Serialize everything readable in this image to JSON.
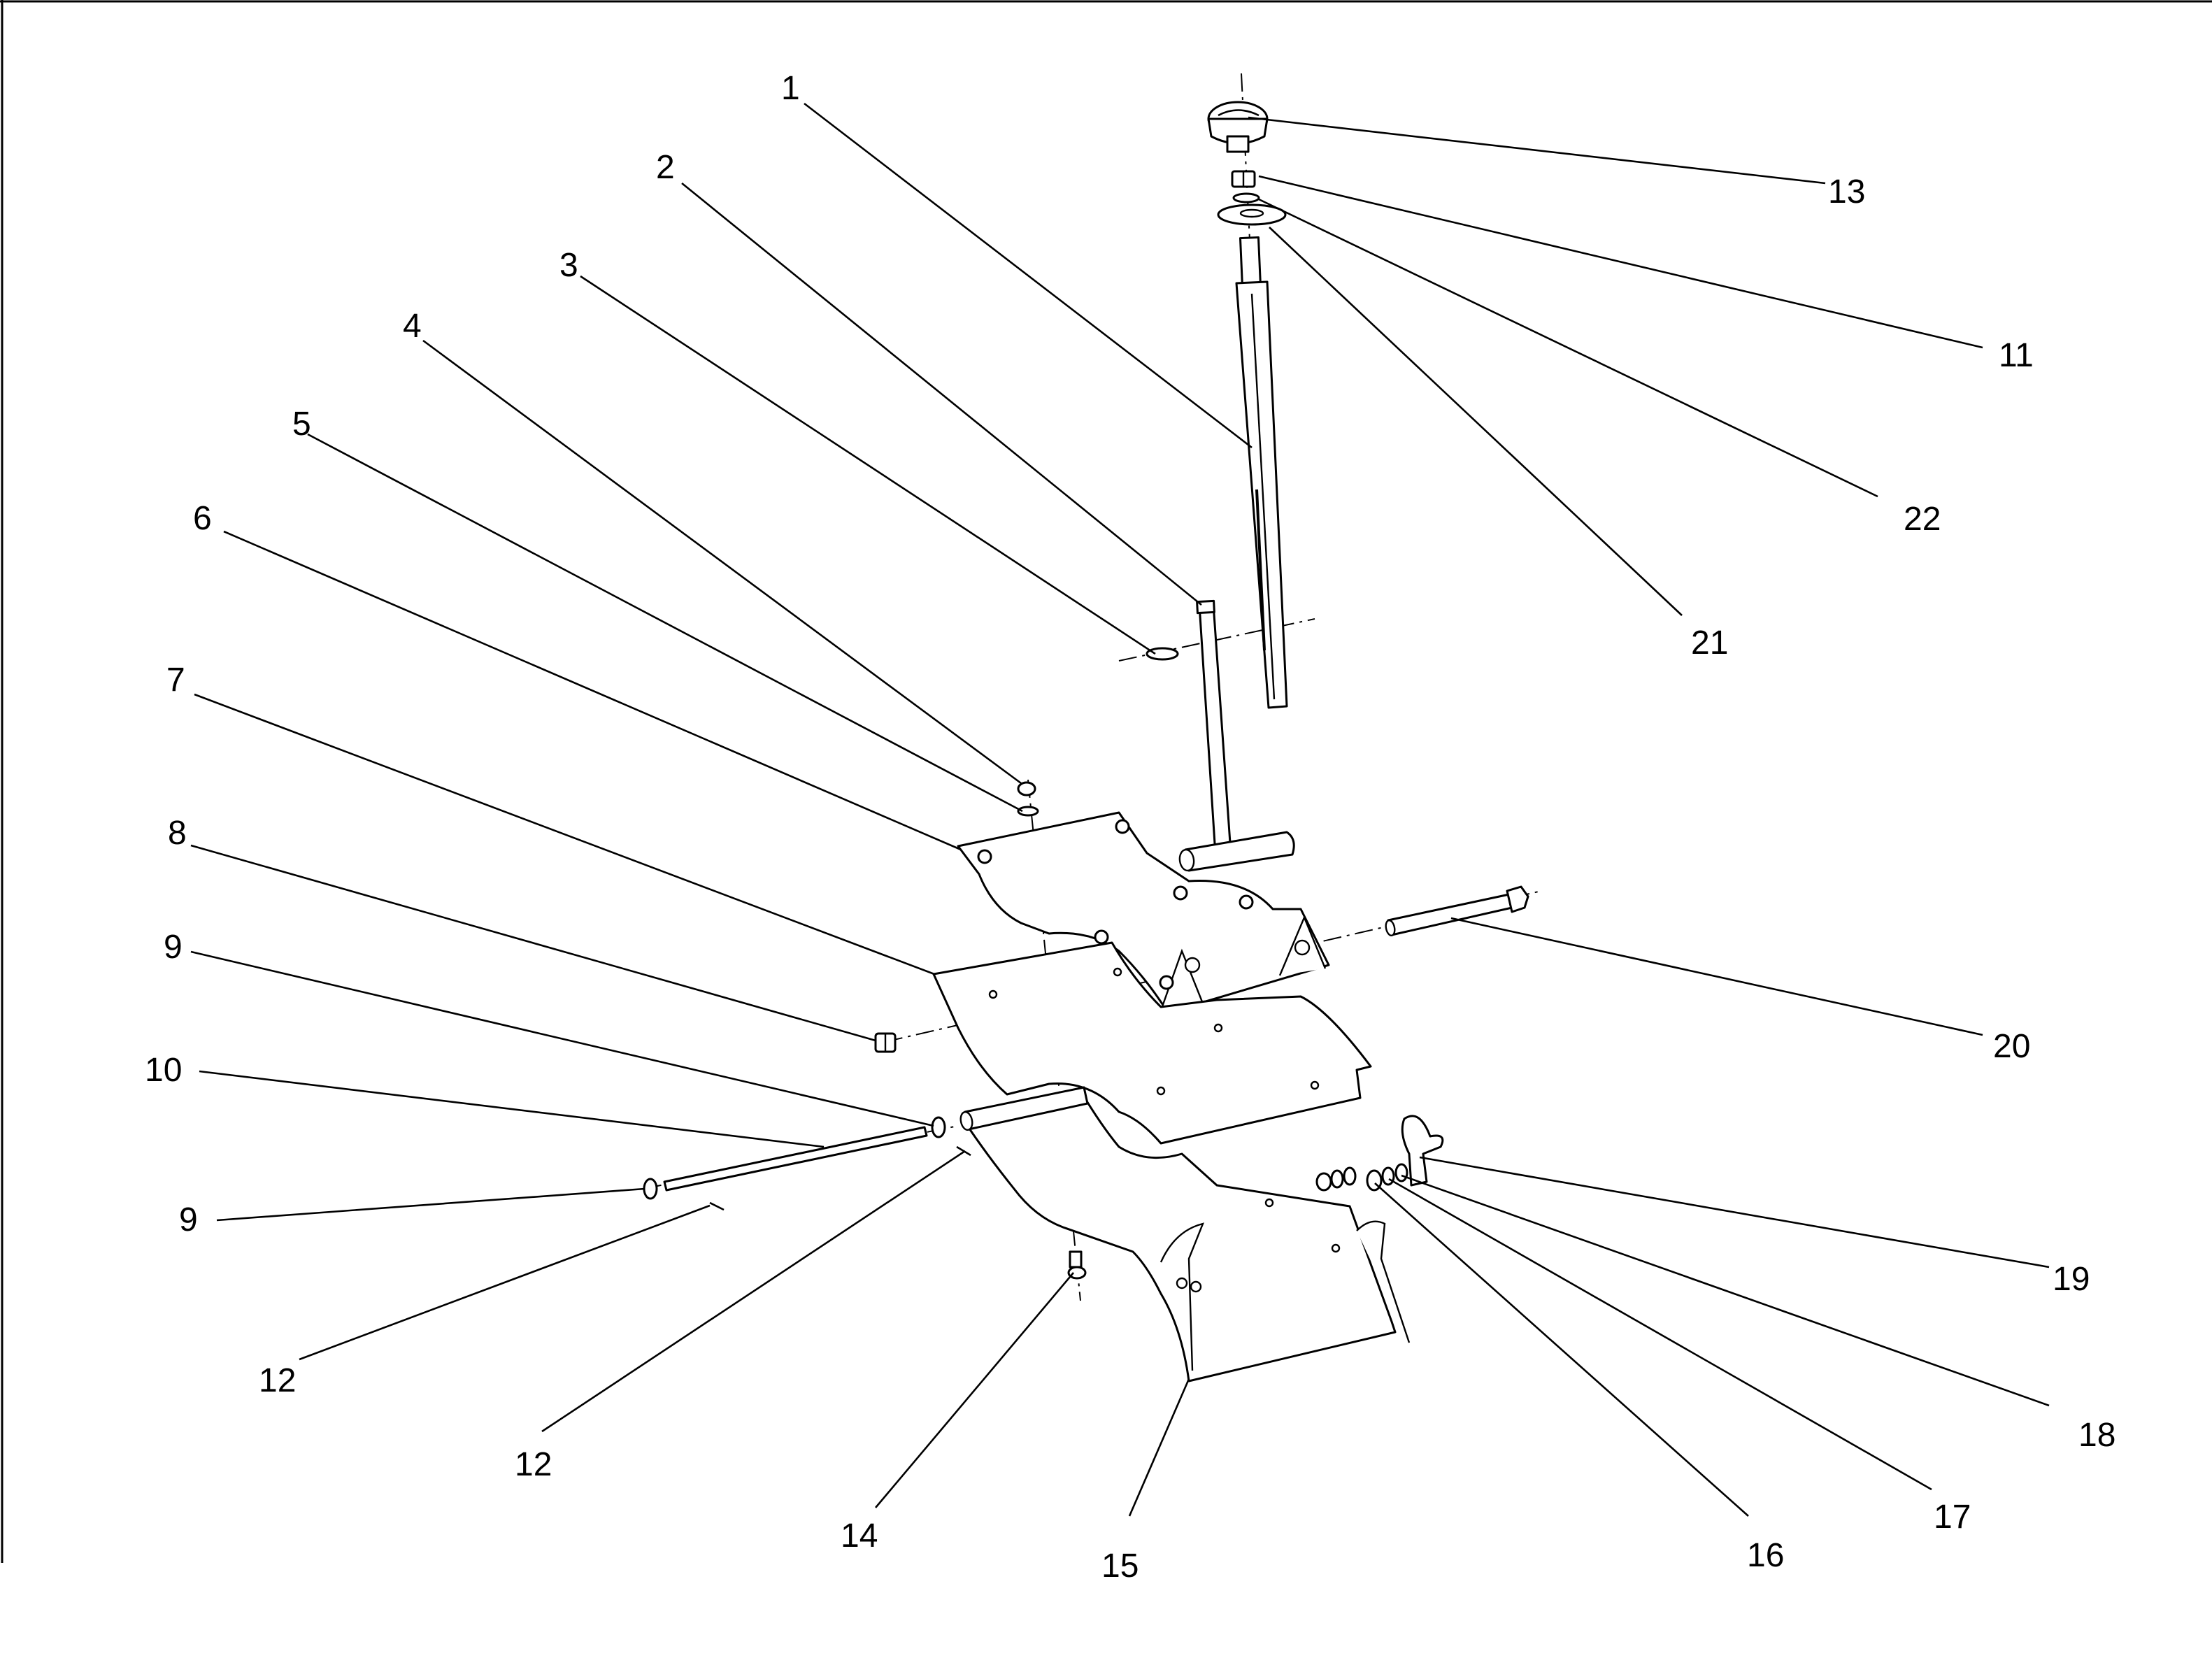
{
  "callouts": [
    {
      "id": "c1",
      "label": "1"
    },
    {
      "id": "c2",
      "label": "2"
    },
    {
      "id": "c3",
      "label": "3"
    },
    {
      "id": "c4",
      "label": "4"
    },
    {
      "id": "c5",
      "label": "5"
    },
    {
      "id": "c6",
      "label": "6"
    },
    {
      "id": "c7",
      "label": "7"
    },
    {
      "id": "c8",
      "label": "8"
    },
    {
      "id": "c9a",
      "label": "9"
    },
    {
      "id": "c10",
      "label": "10"
    },
    {
      "id": "c9b",
      "label": "9"
    },
    {
      "id": "c12a",
      "label": "12"
    },
    {
      "id": "c12b",
      "label": "12"
    },
    {
      "id": "c14",
      "label": "14"
    },
    {
      "id": "c15",
      "label": "15"
    },
    {
      "id": "c16",
      "label": "16"
    },
    {
      "id": "c17",
      "label": "17"
    },
    {
      "id": "c18",
      "label": "18"
    },
    {
      "id": "c19",
      "label": "19"
    },
    {
      "id": "c20",
      "label": "20"
    },
    {
      "id": "c21",
      "label": "21"
    },
    {
      "id": "c22",
      "label": "22"
    },
    {
      "id": "c11",
      "label": "11"
    },
    {
      "id": "c13",
      "label": "13"
    }
  ]
}
